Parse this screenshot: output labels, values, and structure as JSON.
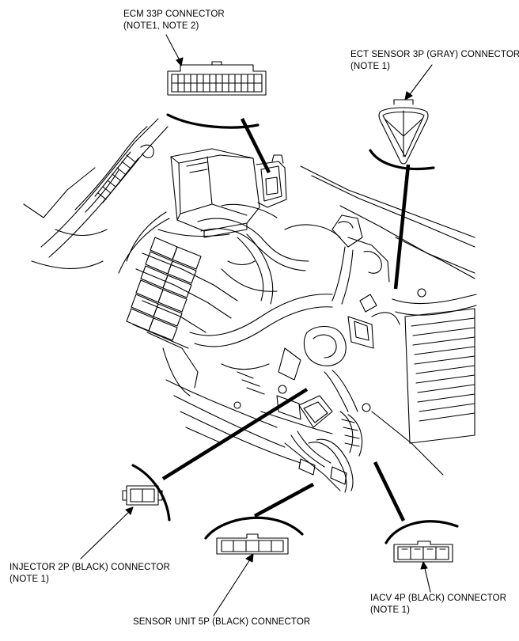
{
  "callouts": {
    "ecm": {
      "title": "ECM 33P CONNECTOR",
      "note": "(NOTE1, NOTE 2)"
    },
    "ect": {
      "title": "ECT SENSOR 3P (GRAY) CONNECTOR",
      "note": "(NOTE 1)"
    },
    "injector": {
      "title": "INJECTOR 2P (BLACK) CONNECTOR",
      "note": "(NOTE 1)"
    },
    "sensor_unit": {
      "title": "SENSOR UNIT 5P (BLACK) CONNECTOR"
    },
    "iacv": {
      "title": "IACV 4P (BLACK) CONNECTOR",
      "note": "(NOTE 1)"
    }
  }
}
